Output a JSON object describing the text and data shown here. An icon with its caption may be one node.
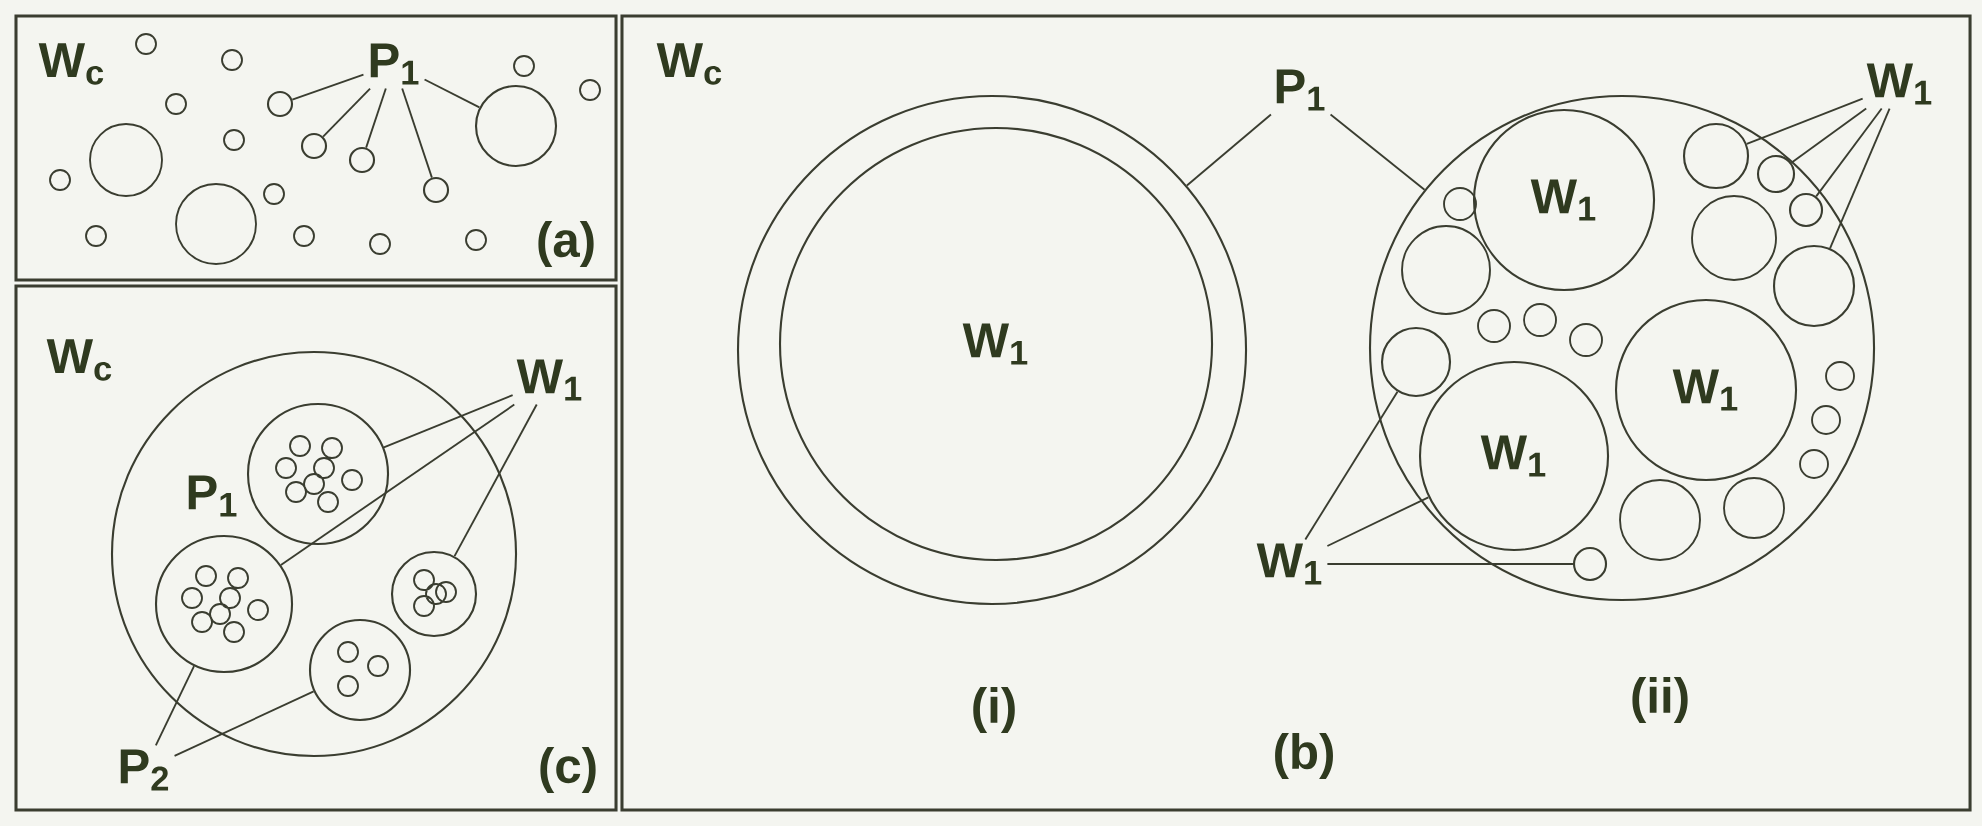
{
  "diagram": {
    "nodes": [
      {
        "text": [
          "W$_{c}$",
          "(a)"
        ]
      },
      {
        "text": [
          "P$_{1}$"
        ],
        "in": 0
      },
      {
        "text": [],
        "shape": "circle",
        "in": 0
      },
      {
        "text": [],
        "shape": "circle",
        "in": 0
      },
      {
        "text": [],
        "shape": "circle",
        "in": 0
      },
      {
        "text": [],
        "shape": "circle",
        "in": 0
      },
      {
        "text": [],
        "shape": "circle",
        "in": 0
      },
      {
        "text": [
          "W$_{c}$",
          "(c)"
        ]
      },
      {
        "text": [
          "P$_{1}$"
        ],
        "in": 7
      },
      {
        "text": [],
        "shape": "circle",
        "in": 8
      },
      {
        "text": [],
        "shape": "circle",
        "in": 8
      },
      {
        "text": [],
        "shape": "circle",
        "in": 8
      },
      {
        "text": [],
        "shape": "circle",
        "in": 8
      },
      {
        "text": [
          "W$_{1}$"
        ],
        "in": 7
      },
      {
        "text": [
          "P$_{2}$"
        ],
        "in": 7
      },
      {
        "text": [
          "W$_{c}$",
          "(b)"
        ]
      },
      {
        "text": [],
        "shape": "circle",
        "in": 15,
        "beside": [
          "(i)"
        ]
      },
      {
        "text": [
          "W$_{1}$"
        ],
        "in": 16
      },
      {
        "text": [
          "P$_{1}$"
        ],
        "in": 15
      },
      {
        "text": [],
        "shape": "circle",
        "in": 15,
        "beside": [
          "(ii)"
        ]
      },
      {
        "text": [
          "W$_{1}$"
        ],
        "in": 19
      },
      {
        "text": [
          "W$_{1}$"
        ],
        "in": 19
      },
      {
        "text": [
          "W$_{1}$"
        ],
        "in": 19
      },
      {
        "text": [],
        "shape": "circle",
        "in": 19
      },
      {
        "text": [],
        "shape": "circle",
        "in": 19
      },
      {
        "text": [],
        "shape": "circle",
        "in": 19
      },
      {
        "text": [],
        "shape": "circle",
        "in": 19
      },
      {
        "text": [],
        "shape": "circle",
        "in": 19
      },
      {
        "text": [],
        "shape": "circle",
        "in": 19
      },
      {
        "text": [
          "W$_{1}$"
        ],
        "in": 15
      },
      {
        "text": [
          "W$_{1}$"
        ],
        "in": 15
      }
    ],
    "edges": [
      {
        "from": 1,
        "to": 2,
        "arrow": "none"
      },
      {
        "from": 1,
        "to": 3,
        "arrow": "none"
      },
      {
        "from": 1,
        "to": 4,
        "arrow": "none"
      },
      {
        "from": 1,
        "to": 5,
        "arrow": "none"
      },
      {
        "from": 1,
        "to": 6,
        "arrow": "none"
      },
      {
        "from": 13,
        "to": 9,
        "arrow": "none"
      },
      {
        "from": 13,
        "to": 10,
        "arrow": "none"
      },
      {
        "from": 13,
        "to": 11,
        "arrow": "none"
      },
      {
        "from": 14,
        "to": 10,
        "arrow": "none"
      },
      {
        "from": 14,
        "to": 12,
        "arrow": "none"
      },
      {
        "from": 18,
        "to": 16,
        "arrow": "none"
      },
      {
        "from": 18,
        "to": 19,
        "arrow": "none"
      },
      {
        "from": 29,
        "to": 23,
        "arrow": "none"
      },
      {
        "from": 29,
        "to": 24,
        "arrow": "none"
      },
      {
        "from": 29,
        "to": 25,
        "arrow": "none"
      },
      {
        "from": 29,
        "to": 26,
        "arrow": "none"
      },
      {
        "from": 30,
        "to": 27,
        "arrow": "none"
      },
      {
        "from": 30,
        "to": 22,
        "arrow": "none"
      },
      {
        "from": 30,
        "to": 28,
        "arrow": "none"
      }
    ]
  }
}
